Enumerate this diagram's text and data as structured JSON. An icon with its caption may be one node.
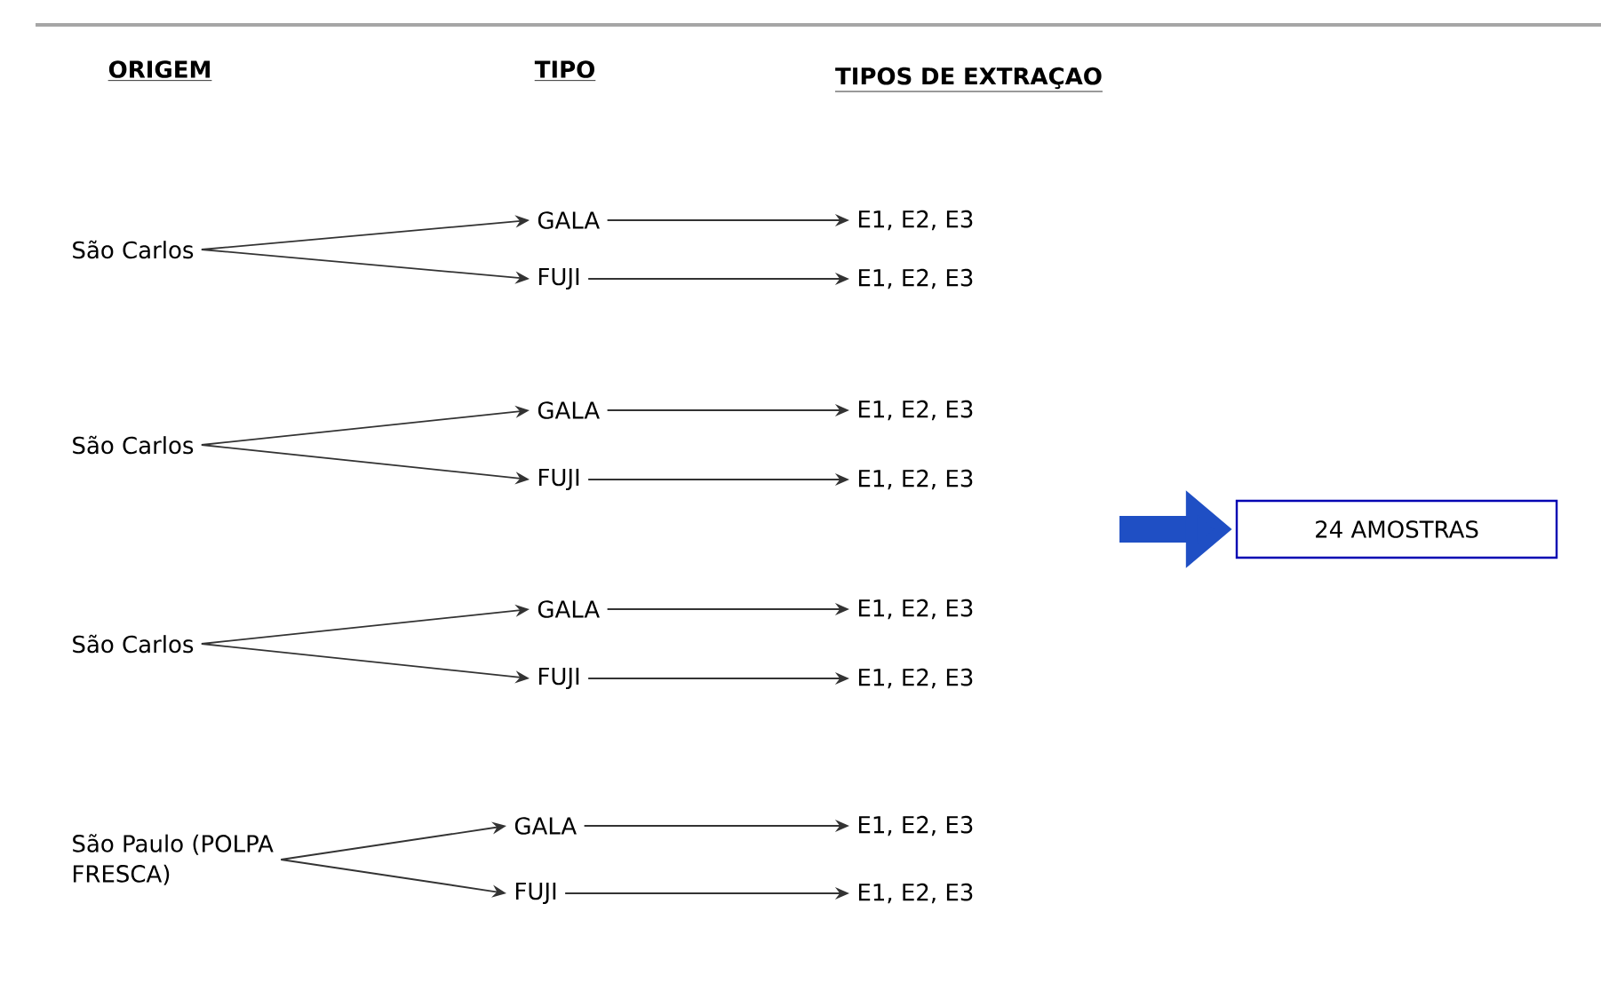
{
  "diagram": {
    "nodes": [
      {
        "text": [
          "São Carlos"
        ]
      },
      {
        "text": [
          "GALA"
        ]
      },
      {
        "text": [
          "FUJI"
        ]
      },
      {
        "text": [
          "E1, E2, E3"
        ]
      },
      {
        "text": [
          "E1, E2, E3"
        ]
      },
      {
        "text": [
          "São Carlos"
        ]
      },
      {
        "text": [
          "GALA"
        ]
      },
      {
        "text": [
          "FUJI"
        ]
      },
      {
        "text": [
          "E1, E2, E3"
        ]
      },
      {
        "text": [
          "E1, E2, E3"
        ]
      },
      {
        "text": [
          "São Carlos"
        ]
      },
      {
        "text": [
          "GALA"
        ]
      },
      {
        "text": [
          "FUJI"
        ]
      },
      {
        "text": [
          "E1, E2, E3"
        ]
      },
      {
        "text": [
          "E1, E2, E3"
        ]
      },
      {
        "text": [
          "São Paulo (POLPA FRESCA)"
        ]
      },
      {
        "text": [
          "GALA"
        ]
      },
      {
        "text": [
          "FUJI"
        ]
      },
      {
        "text": [
          "E1, E2, E3"
        ]
      },
      {
        "text": [
          "E1, E2, E3"
        ]
      },
      {
        "text": [
          "24 AMOSTRAS"
        ]
      }
    ],
    "edges": [
      {
        "from": 0,
        "to": 1,
        "arrow": "to"
      },
      {
        "from": 0,
        "to": 2,
        "arrow": "to"
      },
      {
        "from": 1,
        "to": 3,
        "arrow": "to"
      },
      {
        "from": 2,
        "to": 4,
        "arrow": "to"
      },
      {
        "from": 5,
        "to": 6,
        "arrow": "to"
      },
      {
        "from": 5,
        "to": 7,
        "arrow": "to"
      },
      {
        "from": 6,
        "to": 8,
        "arrow": "to"
      },
      {
        "from": 7,
        "to": 9,
        "arrow": "to"
      },
      {
        "from": 10,
        "to": 11,
        "arrow": "to"
      },
      {
        "from": 10,
        "to": 12,
        "arrow": "to"
      },
      {
        "from": 11,
        "to": 13,
        "arrow": "to"
      },
      {
        "from": 12,
        "to": 14,
        "arrow": "to"
      },
      {
        "from": 15,
        "to": 16,
        "arrow": "to"
      },
      {
        "from": 15,
        "to": 17,
        "arrow": "to"
      },
      {
        "from": 16,
        "to": 18,
        "arrow": "to"
      },
      {
        "from": 17,
        "to": 19,
        "arrow": "to"
      },
      {
        "from": null,
        "to": 20,
        "arrow": "to",
        "style": "thick",
        "color": "#1f4fc4"
      }
    ],
    "labels": [
      "ORIGEM",
      "TIPO",
      "TIPOS DE EXTRAÇAO"
    ]
  }
}
